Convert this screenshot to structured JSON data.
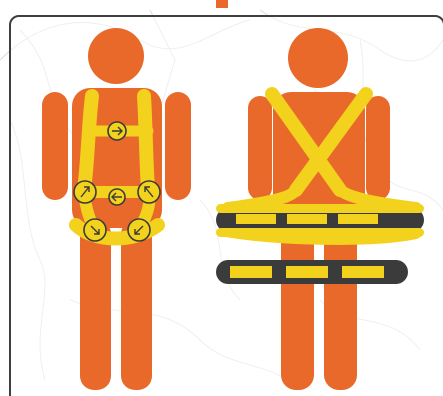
{
  "colors": {
    "body": "#e8692a",
    "strap": "#f2d21c",
    "buckle_outline": "#3a3a3a",
    "strap_dark": "#3b3b3b",
    "panel_border": "#3f3f3f",
    "sketch": "#d9d9d9"
  },
  "figures": [
    {
      "name": "left-figure",
      "harness": "full-body-harness",
      "buckles": [
        {
          "name": "chest-buckle",
          "icon": "arrow-right-icon"
        },
        {
          "name": "left-hip-buckle",
          "icon": "arrow-up-right-icon"
        },
        {
          "name": "center-hip-buckle",
          "icon": "arrow-left-icon"
        },
        {
          "name": "right-hip-buckle",
          "icon": "arrow-up-left-icon"
        },
        {
          "name": "left-leg-buckle",
          "icon": "arrow-down-right-icon"
        },
        {
          "name": "right-leg-buckle",
          "icon": "arrow-down-left-icon"
        }
      ]
    },
    {
      "name": "right-figure",
      "harness": "cross-chest-harness-with-leg-straps"
    }
  ]
}
